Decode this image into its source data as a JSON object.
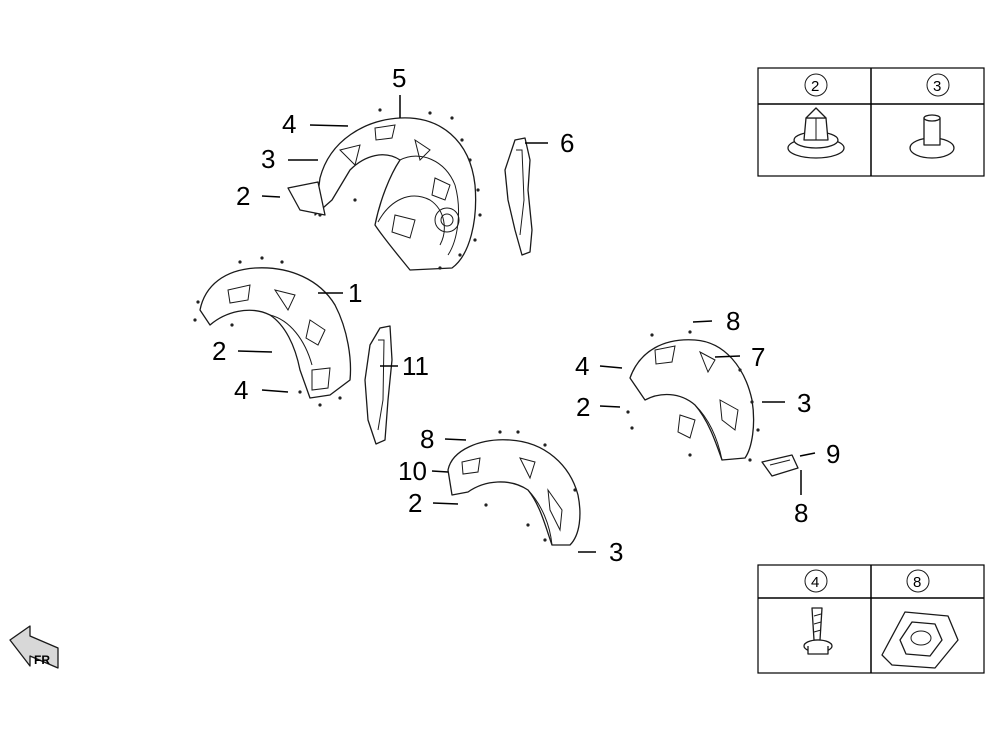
{
  "callouts": {
    "c5": "5",
    "c4a": "4",
    "c3a": "3",
    "c2a": "2",
    "c6": "6",
    "c1": "1",
    "c2b": "2",
    "c4b": "4",
    "c11": "11",
    "c8a": "8",
    "c7": "7",
    "c4c": "4",
    "c2c": "2",
    "c3b": "3",
    "c9": "9",
    "c8b": "8",
    "c8c": "8",
    "c10": "10",
    "c2d": "2",
    "c3c": "3"
  },
  "legend_top": {
    "left": "2",
    "right": "3"
  },
  "legend_bottom": {
    "left": "4",
    "right": "8"
  },
  "direction_label": "FR"
}
